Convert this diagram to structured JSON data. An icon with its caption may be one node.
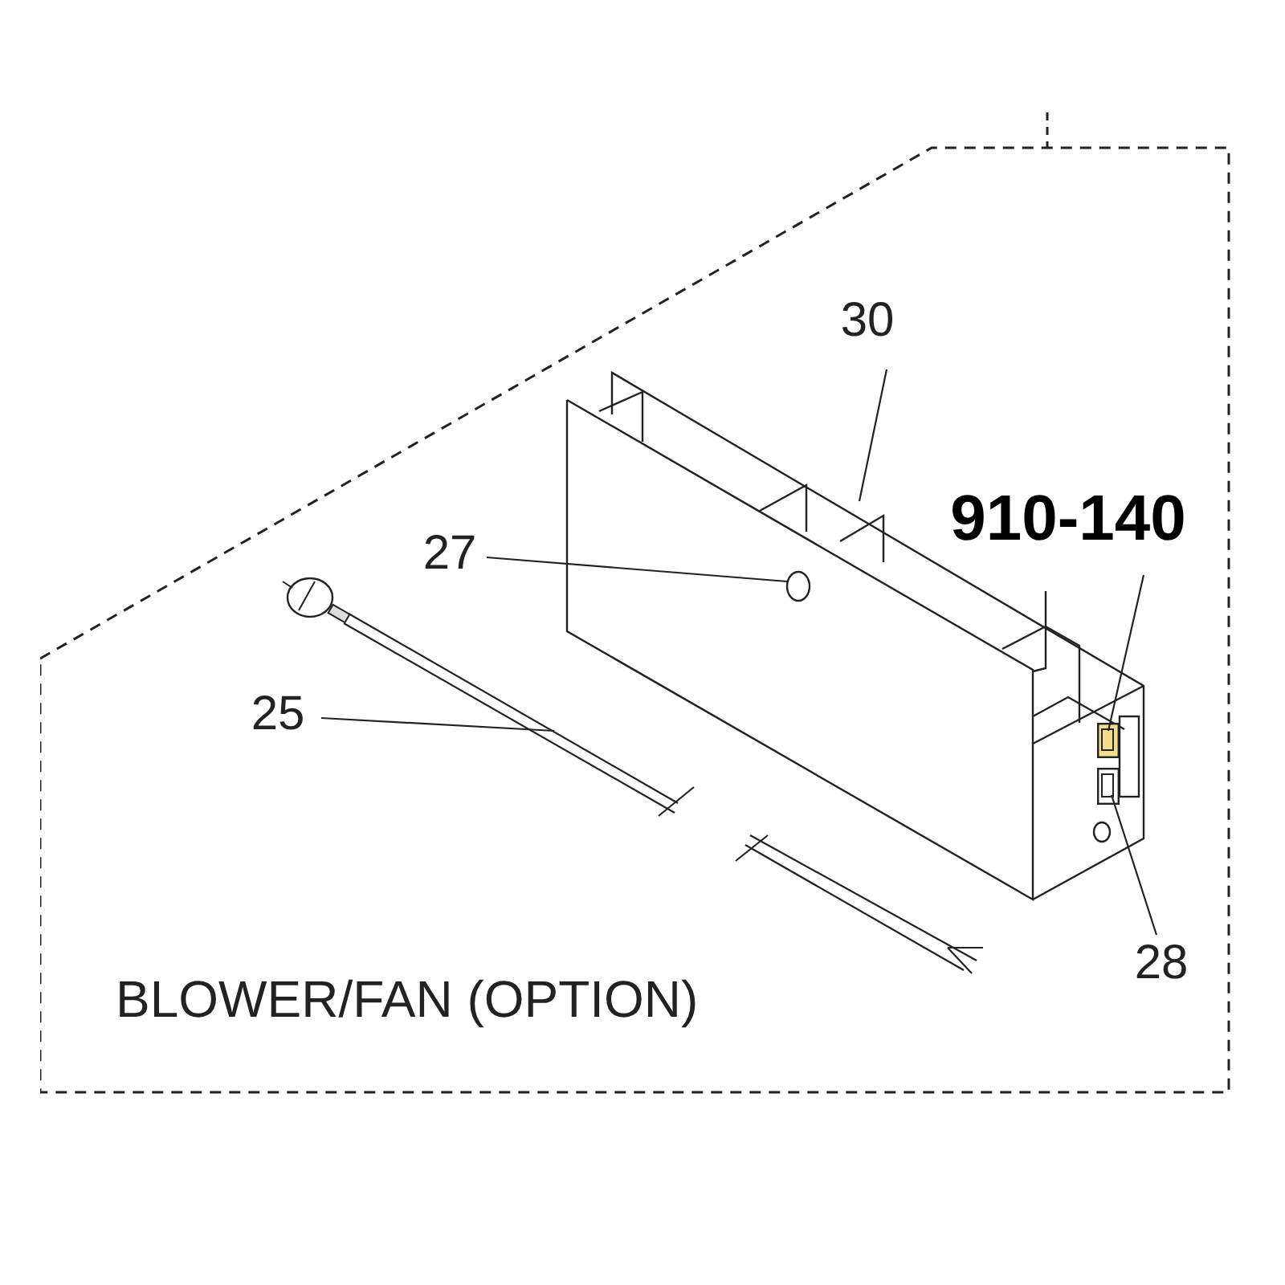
{
  "diagram": {
    "nodes": [
      {
        "text": [
          "BLOWER/FAN (OPTION)"
        ]
      },
      {
        "text": [
          "30"
        ],
        "in": 0
      },
      {
        "text": [
          "27"
        ],
        "in": 0
      },
      {
        "text": [
          "910-140"
        ],
        "in": 0
      },
      {
        "text": [
          "25"
        ],
        "in": 0
      },
      {
        "text": [
          "28"
        ],
        "in": 0
      },
      {
        "text": [],
        "shape": "picture",
        "in": 0
      },
      {
        "text": [],
        "shape": "circle",
        "in": 6
      },
      {
        "text": [],
        "shape": "picture",
        "in": 0
      },
      {
        "text": [],
        "shape": "box",
        "in": 0
      },
      {
        "text": [],
        "shape": "box",
        "in": 0
      }
    ],
    "edges": [
      {
        "from": 1,
        "to": 6,
        "arrow": "none"
      },
      {
        "from": 2,
        "to": 7,
        "arrow": "none"
      },
      {
        "from": 3,
        "to": 9,
        "arrow": "none"
      },
      {
        "from": 4,
        "to": 8,
        "arrow": "none"
      },
      {
        "from": 5,
        "to": 10,
        "arrow": "none"
      }
    ]
  }
}
